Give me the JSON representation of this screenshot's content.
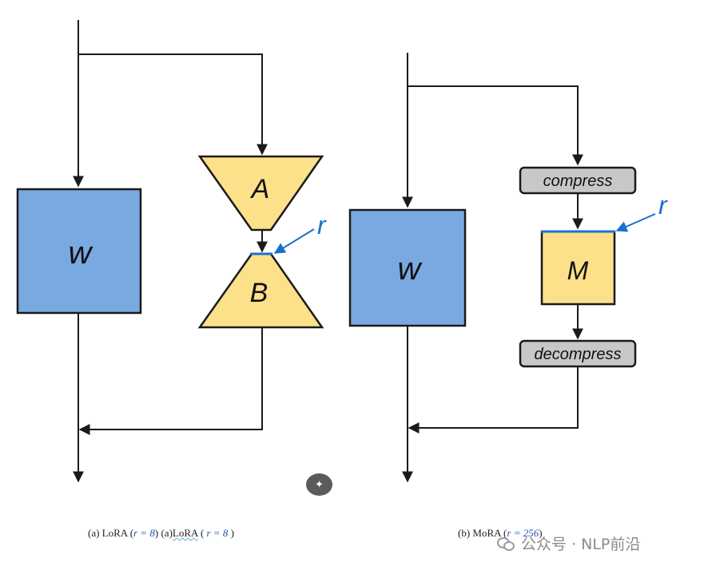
{
  "lora": {
    "w_label": "w",
    "a_label": "A",
    "b_label": "B",
    "r_label": "r"
  },
  "mora": {
    "w_label": "w",
    "compress_label": "compress",
    "m_label": "M",
    "decompress_label": "decompress",
    "r_label": "r"
  },
  "captions": {
    "a_prefix": "(a) LoRA (",
    "a_math": "r = 8",
    "a_mid": ") (a)",
    "a_dup_name": "LoRA",
    "a_dup_open": " ( ",
    "a_dup_math": "r = 8",
    "a_dup_close": " )",
    "b_prefix": "(b) MoRA (",
    "b_math": "r = 256",
    "b_suffix": ")"
  },
  "watermark": "公众号 · NLP前沿",
  "colors": {
    "weight_blue": "#7aa9e1",
    "adapter_yellow": "#fde08a",
    "label_gray": "#c8c8c8",
    "r_blue": "#1a6fd1",
    "stroke": "#1a1a1a"
  }
}
